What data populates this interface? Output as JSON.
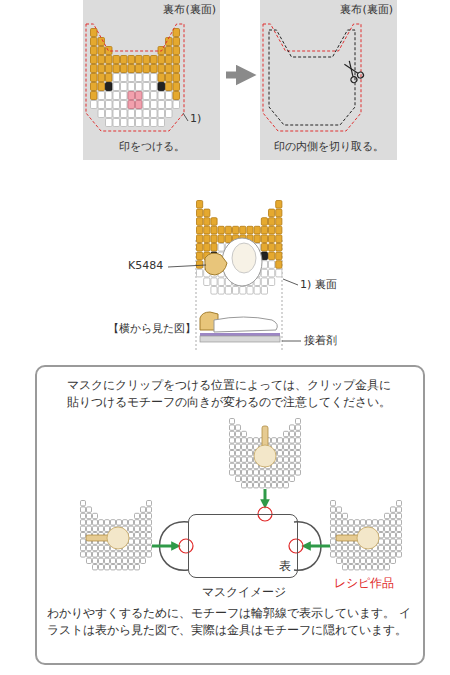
{
  "diagram": {
    "nodes": [
      {
        "text": [
          "裏布(裏面)",
          "1)",
          "印をつける。"
        ]
      },
      {
        "text": [
          "裏布(裏面)",
          "印の内側を切り取る。"
        ]
      },
      {
        "text": [
          "マスクにクリップをつける位置によっては、クリップ金具に 貼りつけるモチーフの向きが変わるので注意してください。",
          "わかりやすくするために、モチーフは輪郭線で表示しています。 イラストは表から見た図で、実際は金具はモチーフに隠れています。"
        ]
      },
      {
        "text": [
          "表",
          "マスクイメージ"
        ],
        "in": 2
      }
    ],
    "edges": [
      {
        "from": 0,
        "to": 1,
        "arrow": "to"
      }
    ],
    "labels": [
      "K5484",
      "1) 裏面",
      "【横から見た図】",
      "接着剤",
      "レシピ作品"
    ]
  }
}
